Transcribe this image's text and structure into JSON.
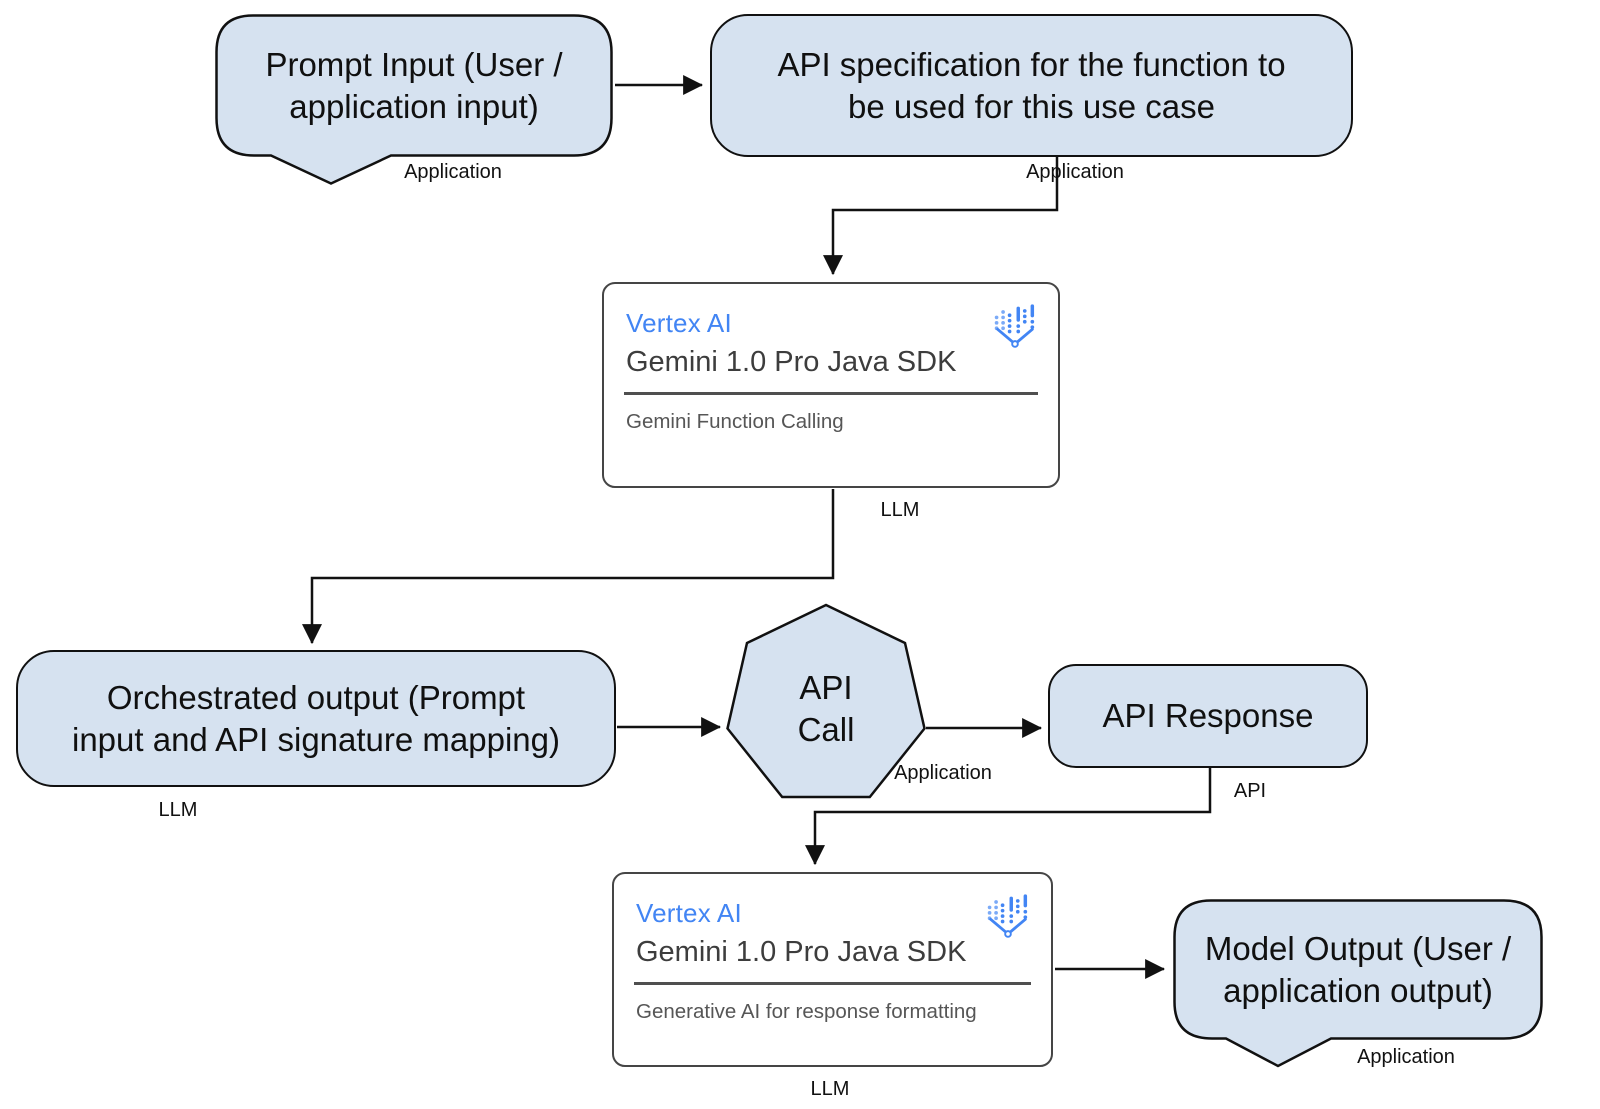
{
  "colors": {
    "node_fill": "#d6e2f0",
    "node_border": "#111111",
    "card_fill": "#ffffff",
    "card_border": "#454545",
    "connector": "#111111",
    "vertex_ai_blue": "#4285f4",
    "subtitle_gray": "#3d3d3d",
    "description_gray": "#565656",
    "label_color": "#111111"
  },
  "nodes": {
    "prompt_input": {
      "text": "Prompt Input (User /\napplication input)",
      "tag": "Application"
    },
    "api_spec": {
      "text": "API specification for the function to\nbe used for this use case",
      "tag": "Application"
    },
    "function_calling_card": {
      "title": "Vertex AI",
      "subtitle": "Gemini 1.0 Pro Java SDK",
      "description": "Gemini Function Calling",
      "tag": "LLM",
      "icon": "vertex-ai-logo"
    },
    "orchestrated_output": {
      "text": "Orchestrated output (Prompt\ninput and API signature mapping)",
      "tag": "LLM"
    },
    "api_call": {
      "text": "API\nCall",
      "tag": "Application"
    },
    "api_response": {
      "text": "API Response",
      "tag": "API"
    },
    "response_formatting_card": {
      "title": "Vertex AI",
      "subtitle": "Gemini 1.0 Pro Java SDK",
      "description": "Generative AI for response formatting",
      "tag": "LLM",
      "icon": "vertex-ai-logo"
    },
    "model_output": {
      "text": "Model Output (User /\napplication output)",
      "tag": "Application"
    }
  }
}
